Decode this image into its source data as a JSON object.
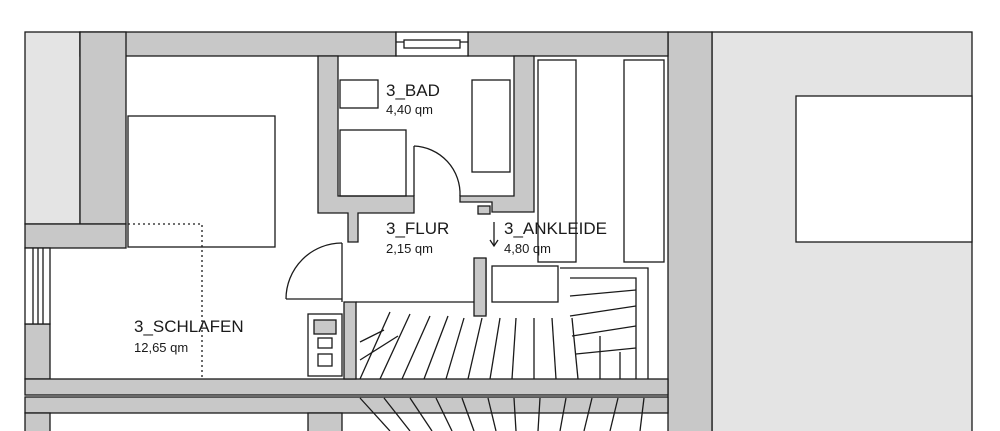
{
  "rooms": {
    "bad": {
      "name": "3_BAD",
      "area": "4,40 qm"
    },
    "flur": {
      "name": "3_FLUR",
      "area": "2,15 qm"
    },
    "ankleide": {
      "name": "3_ANKLEIDE",
      "area": "4,80 qm"
    },
    "schlafen": {
      "name": "3_SCHLAFEN",
      "area": "12,65 qm"
    }
  },
  "colors": {
    "wall": "#c8c8c8",
    "outline": "#1a1a1a",
    "neighbor": "#e4e4e4",
    "background": "#ffffff"
  }
}
